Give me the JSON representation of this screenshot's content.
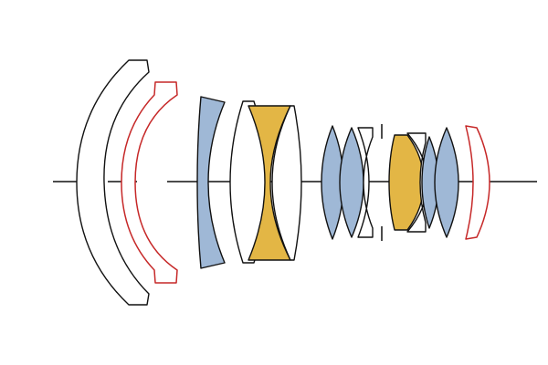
{
  "diagram": {
    "kind": "lens-element-cross-section",
    "colors": {
      "background": "#ffffff",
      "outline": "#111111",
      "aspherical_element": "#c62828",
      "low_dispersion_element": "#9fb8d6",
      "high_refraction_element": "#e3b645"
    },
    "element_groups": [
      {
        "id": "front-meniscus",
        "color": "outline"
      },
      {
        "id": "front-aspherical-meniscus",
        "color": "aspherical_element"
      },
      {
        "id": "group-2",
        "color": "low_dispersion_element"
      },
      {
        "id": "group-3",
        "color": "high_refraction_element"
      },
      {
        "id": "group-4",
        "color": "low_dispersion_element"
      },
      {
        "id": "rear-group",
        "color": "high_refraction_element"
      },
      {
        "id": "rear-aspherical",
        "color": "aspherical_element"
      }
    ]
  }
}
